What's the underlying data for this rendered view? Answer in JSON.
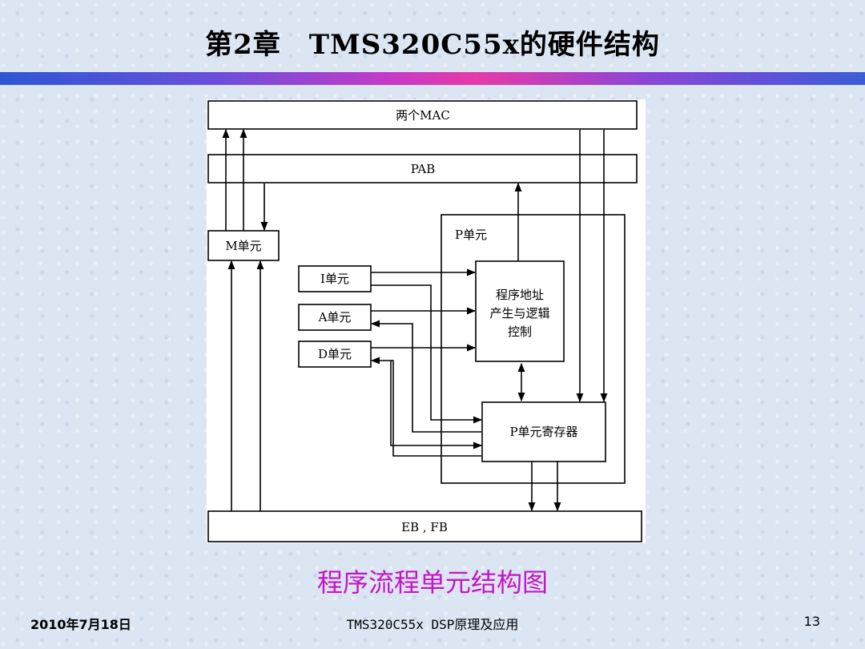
{
  "slide": {
    "title": "第2章　TMS320C55x的硬件结构",
    "caption": "程序流程单元结构图"
  },
  "diagram": {
    "mac_label": "两个MAC",
    "pab_label": "PAB",
    "m_unit_label": "M单元",
    "p_unit_label": "P单元",
    "i_unit_label": "I单元",
    "a_unit_label": "A单元",
    "d_unit_label": "D单元",
    "addr_ctrl_line1": "程序地址",
    "addr_ctrl_line2": "产生与逻辑",
    "addr_ctrl_line3": "控制",
    "p_reg_label": "P单元寄存器",
    "bus_label": "EB , FB"
  },
  "footer": {
    "date": "2010年7月18日",
    "course": "TMS320C55x DSP原理及应用",
    "page": "13"
  },
  "colors": {
    "caption": "#c515c5",
    "title_bar_start": "#2d56d6",
    "title_bar_mid": "#e83aa8"
  }
}
